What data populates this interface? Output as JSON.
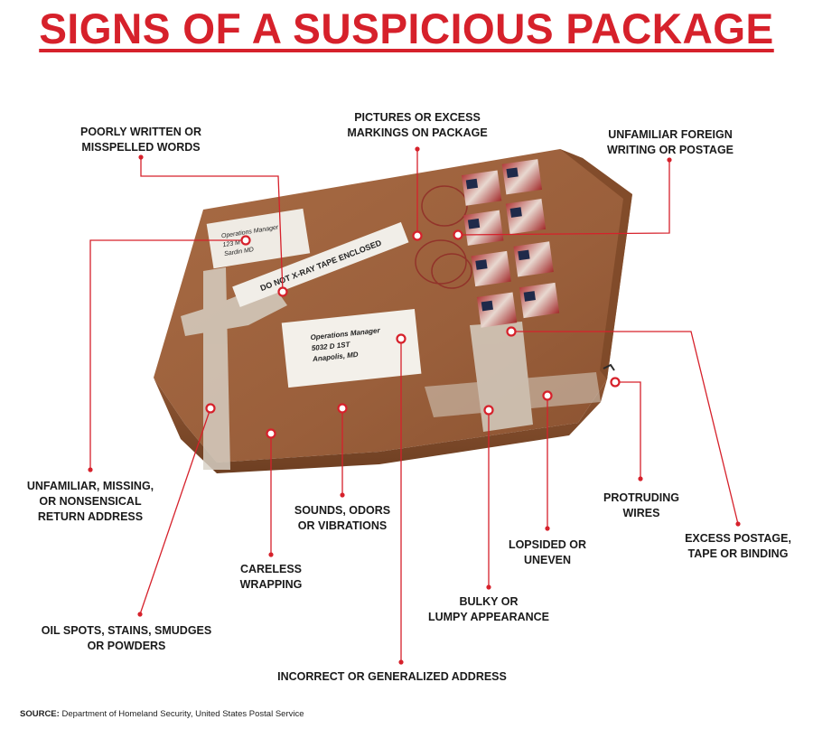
{
  "title": "SIGNS OF A SUSPICIOUS PACKAGE",
  "package_labels": {
    "return_label_1": "Operations Manager",
    "return_label_2": "123 M",
    "return_label_3": "Sardin MD",
    "tape_text": "DO NOT X-RAY TAPE ENCLOSED",
    "address_1": "Operations Manager",
    "address_2": "5032 D 1ST",
    "address_3": "Anapolis, MD"
  },
  "callouts": {
    "poorly_written": [
      "POORLY WRITTEN OR",
      "MISSPELLED WORDS"
    ],
    "pictures_markings": [
      "PICTURES OR EXCESS",
      "MARKINGS ON PACKAGE"
    ],
    "foreign_writing": [
      "UNFAMILIAR FOREIGN",
      "WRITING OR POSTAGE"
    ],
    "return_address": [
      "UNFAMILIAR, MISSING,",
      "OR NONSENSICAL",
      "RETURN ADDRESS"
    ],
    "sounds_odors": [
      "SOUNDS, ODORS",
      "OR VIBRATIONS"
    ],
    "protruding_wires": [
      "PROTRUDING",
      "WIRES"
    ],
    "excess_postage": [
      "EXCESS POSTAGE,",
      "TAPE OR BINDING"
    ],
    "careless_wrapping": [
      "CARELESS",
      "WRAPPING"
    ],
    "lopsided": [
      "LOPSIDED OR",
      "UNEVEN"
    ],
    "bulky": [
      "BULKY OR",
      "LUMPY APPEARANCE"
    ],
    "oil_spots": [
      "OIL SPOTS, STAINS, SMUDGES",
      "OR POWDERS"
    ],
    "incorrect_address": [
      "INCORRECT OR GENERALIZED ADDRESS"
    ]
  },
  "source": {
    "label": "SOURCE:",
    "text": "Department of Homeland Security, United States Postal Service"
  },
  "colors": {
    "accent": "#d6212b",
    "box": "#a0663c"
  }
}
